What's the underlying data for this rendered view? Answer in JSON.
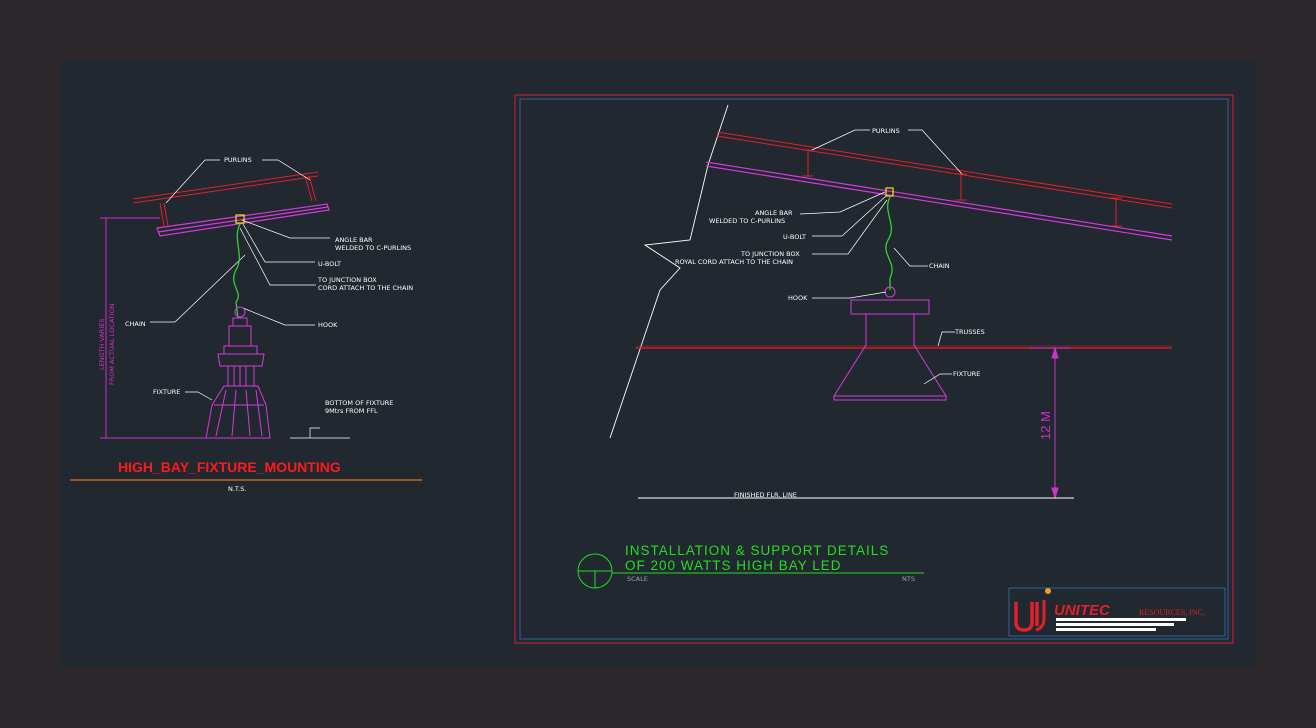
{
  "left_detail": {
    "title": "HIGH_BAY_FIXTURE_MOUNTING",
    "scale": "N.T.S.",
    "labels": {
      "purlins": "PURLINS",
      "angle_bar_1": "ANGLE BAR",
      "angle_bar_2": "WELDED TO C-PURLINS",
      "u_bolt": "U-BOLT",
      "junction_1": "TO JUNCTION BOX",
      "junction_2": "CORD ATTACH TO THE CHAIN",
      "chain": "CHAIN",
      "hook": "HOOK",
      "fixture": "FIXTURE",
      "bottom_1": "BOTTOM OF FIXTURE",
      "bottom_2": "9Mtrs FROM FFL",
      "length_1": "LENGTH VARIES",
      "length_2": "FROM ACTUAL LOCATION"
    }
  },
  "right_detail": {
    "title_line1": "INSTALLATION & SUPPORT DETAILS",
    "title_line2": "OF 200 WATTS HIGH BAY LED",
    "scale_label": "SCALE",
    "scale_value": "NTS",
    "dimension": "12 M",
    "labels": {
      "purlins": "PURLINS",
      "angle_bar_1": "ANGLE BAR",
      "angle_bar_2": "WELDED TO C-PURLINS",
      "u_bolt": "U-BOLT",
      "junction_1": "TO JUNCTION BOX",
      "junction_2": "ROYAL CORD ATTACH TO THE CHAIN",
      "chain": "CHAIN",
      "hook": "HOOK",
      "trusses": "TRUSSES",
      "fixture": "FIXTURE",
      "floor": "FINISHED FLR. LINE"
    }
  },
  "logo": {
    "brand": "UNITEC",
    "suffix": "RESOURCES, INC."
  },
  "colors": {
    "background": "#2b272b",
    "drawing_area": "#212830",
    "purlin": "#e0202a",
    "angle_bar": "#d23cd8",
    "chain": "#32d232",
    "title_left": "#ff1a1a",
    "title_right": "#22dd22",
    "dimension": "#d030c8",
    "frame": "#d21e3c"
  }
}
